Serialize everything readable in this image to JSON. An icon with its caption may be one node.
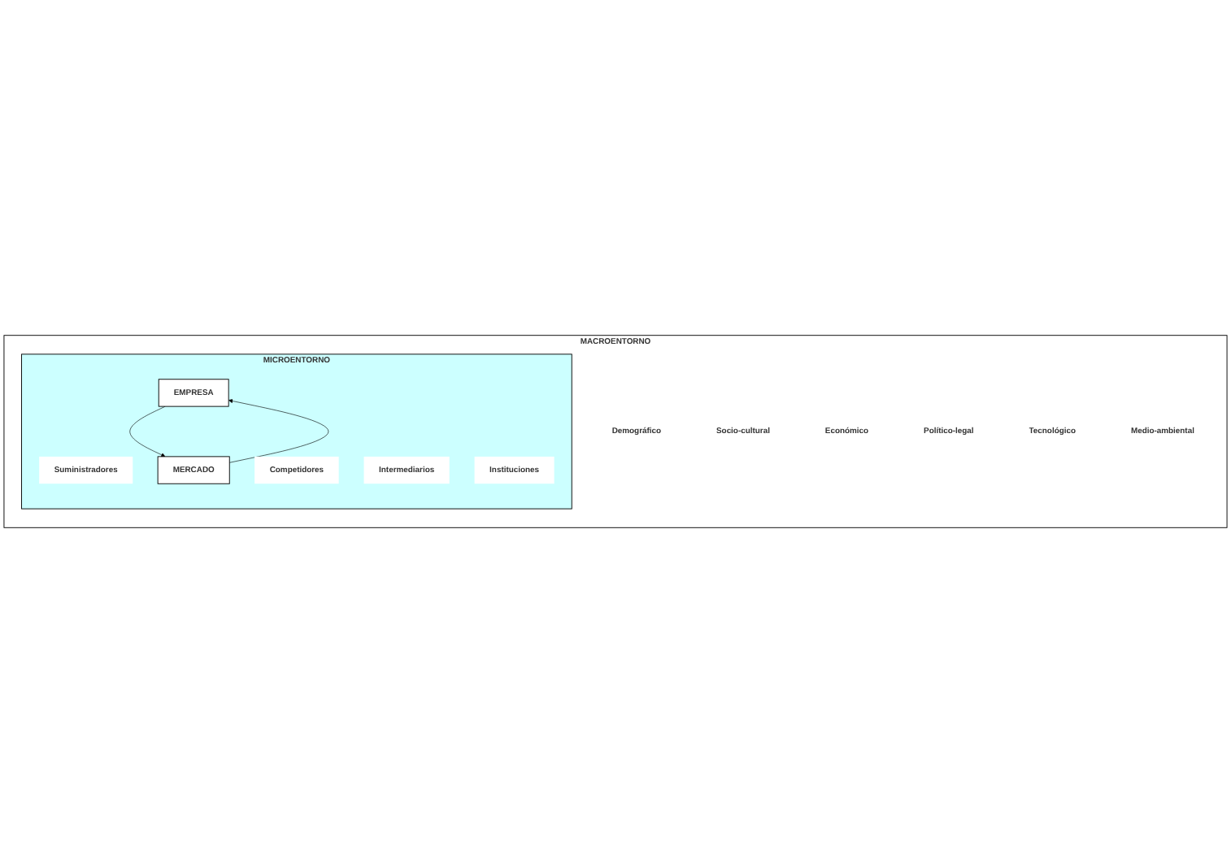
{
  "diagram": {
    "nodes": [
      {
        "text": [
          "MACROENTORNO"
        ]
      },
      {
        "text": [
          "Demográfico"
        ],
        "in": 0
      },
      {
        "text": [
          "Socio-cultural"
        ],
        "in": 0
      },
      {
        "text": [
          "Económico"
        ],
        "in": 0
      },
      {
        "text": [
          "MICROENTORNO"
        ],
        "in": 0
      },
      {
        "text": [
          "Suministradores"
        ],
        "in": 4
      },
      {
        "text": [
          "Competidores"
        ],
        "in": 4
      },
      {
        "text": [
          "EMPRESA"
        ],
        "in": 4
      },
      {
        "text": [
          "MERCADO"
        ],
        "in": 4
      },
      {
        "text": [
          "Intermediarios"
        ],
        "in": 4
      },
      {
        "text": [
          "Instituciones"
        ],
        "in": 4
      },
      {
        "text": [
          "Político-legal"
        ],
        "in": 0
      },
      {
        "text": [
          "Tecnológico"
        ],
        "in": 0
      },
      {
        "text": [
          "Medio-ambiental"
        ],
        "in": 0
      }
    ],
    "edges": [
      {
        "from": 7,
        "to": 8,
        "arrow": "to"
      },
      {
        "from": 8,
        "to": 7,
        "arrow": "to"
      }
    ]
  }
}
